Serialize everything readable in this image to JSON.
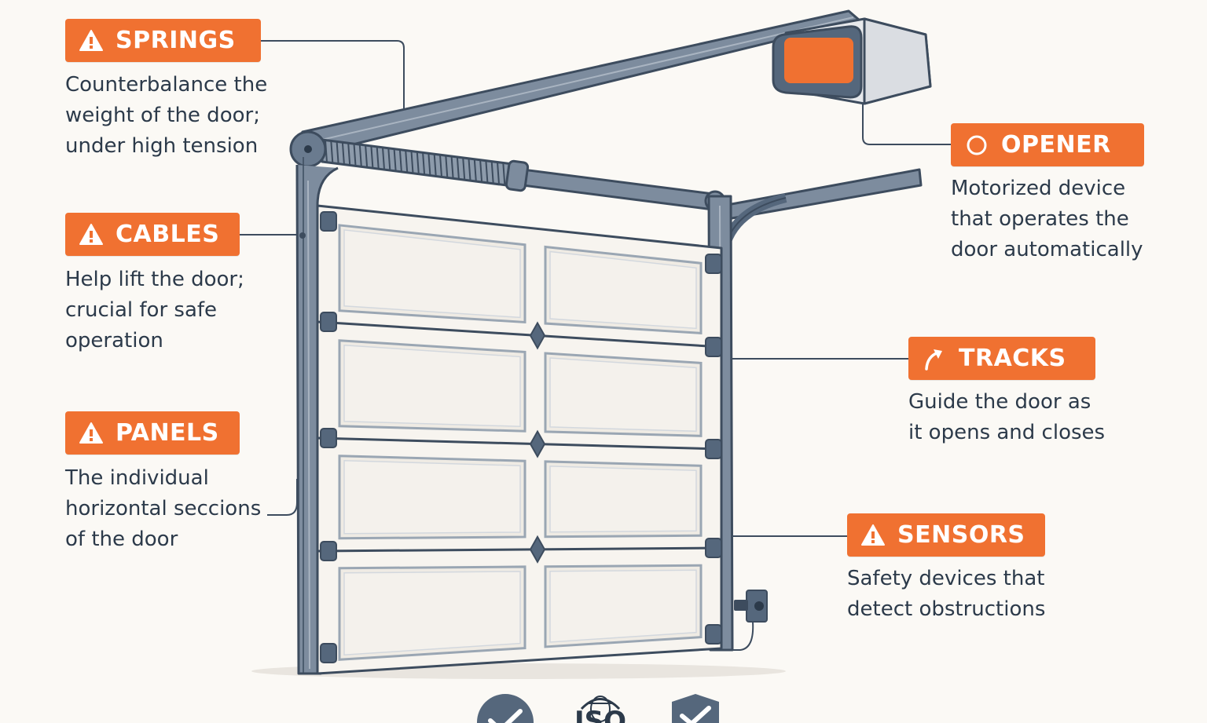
{
  "colors": {
    "accent": "#f07131",
    "frame": "#55677c",
    "panel": "#f7f4ef",
    "text": "#2c3a4a",
    "background": "#fbf9f5"
  },
  "callouts": {
    "springs": {
      "title": "SPRINGS",
      "icon": "warning-icon",
      "lines": [
        "Counterbalance the",
        "weight of the door;",
        "under high tension"
      ]
    },
    "cables": {
      "title": "CABLES",
      "icon": "warning-icon",
      "lines": [
        "Help lift the door;",
        "crucial for safe",
        "operation"
      ]
    },
    "panels": {
      "title": "PANELS",
      "icon": "warning-icon",
      "lines": [
        "The individual",
        "horizontal seccions",
        "of the door"
      ]
    },
    "opener": {
      "title": "OPENER",
      "icon": "circle-icon",
      "lines": [
        "Motorized device",
        "that operates the",
        "door automatically"
      ]
    },
    "tracks": {
      "title": "TRACKS",
      "icon": "curved-arrow-icon",
      "lines": [
        "Guide the door as",
        "it opens and closes"
      ]
    },
    "sensors": {
      "title": "SENSORS",
      "icon": "warning-icon",
      "lines": [
        "Safety devices that",
        "detect obstructions"
      ]
    }
  },
  "certifications": {
    "iso_text": "ISO",
    "icons": [
      "check-circle-icon",
      "iso-globe-icon",
      "check-shield-icon"
    ]
  }
}
